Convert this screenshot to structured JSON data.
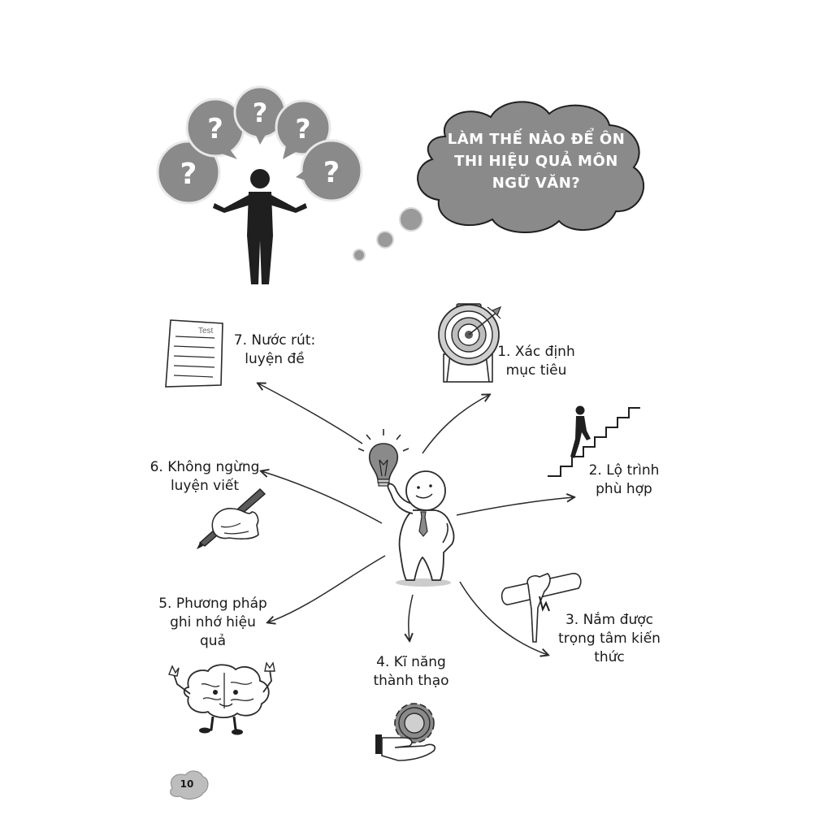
{
  "question_cloud": {
    "text": "LÀM THẾ NÀO\nĐỂ ÔN THI HIỆU QUẢ\nMÔN NGỮ VĂN?"
  },
  "question_marks": [
    "?",
    "?",
    "?",
    "?",
    "?"
  ],
  "test_paper_label": "Test",
  "steps": [
    {
      "label": "1. Xác định\nmục tiêu",
      "icon": "target-icon"
    },
    {
      "label": "2. Lộ trình\nphù hợp",
      "icon": "stairs-icon"
    },
    {
      "label": "3. Nắm được\ntrọng tâm kiến\nthức",
      "icon": "diploma-icon"
    },
    {
      "label": "4. Kĩ năng\nthành thạo",
      "icon": "gear-hand-icon"
    },
    {
      "label": "5. Phương pháp\nghi nhớ hiệu\nquả",
      "icon": "brain-icon"
    },
    {
      "label": "6. Không ngừng\nluyện viết",
      "icon": "writing-hand-icon"
    },
    {
      "label": "7. Nước rút:\nluyện đề",
      "icon": "test-paper-icon"
    }
  ],
  "page_number": "10"
}
